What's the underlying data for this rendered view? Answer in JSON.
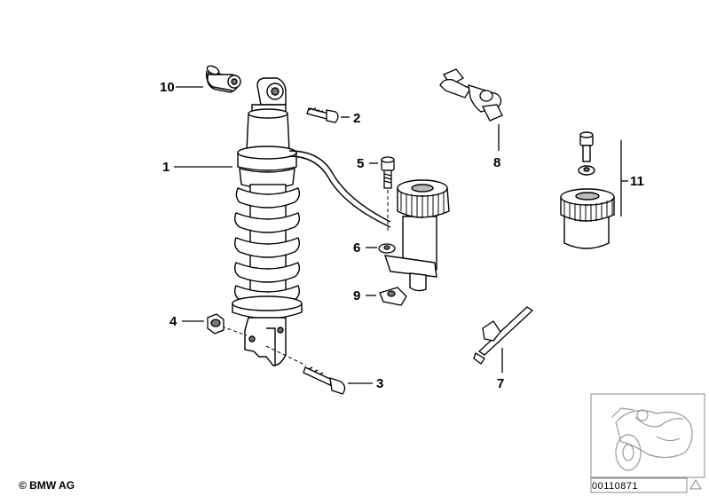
{
  "callouts": {
    "c1": "1",
    "c2": "2",
    "c3": "3",
    "c4": "4",
    "c5": "5",
    "c6": "6",
    "c7": "7",
    "c8": "8",
    "c9": "9",
    "c10": "10",
    "c11": "11"
  },
  "footer": {
    "copyright": "© BMW AG",
    "diagram_number": "00110871"
  },
  "colors": {
    "line": "#000000",
    "background": "#ffffff"
  }
}
